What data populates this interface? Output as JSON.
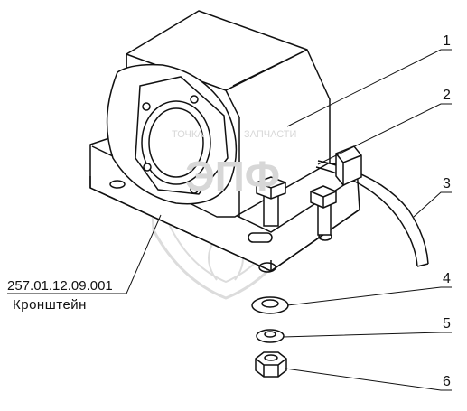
{
  "callouts": [
    "1",
    "2",
    "3",
    "4",
    "5",
    "6"
  ],
  "part": {
    "code": "257.01.12.09.001",
    "name": "Кронштейн"
  },
  "watermark": {
    "text_top": "ТОЧКА",
    "text_mid": "ЗАПЧАСТИ",
    "letters": "ЭПФ"
  },
  "colors": {
    "line": "#111111",
    "watermark": "#d9d9d9"
  }
}
